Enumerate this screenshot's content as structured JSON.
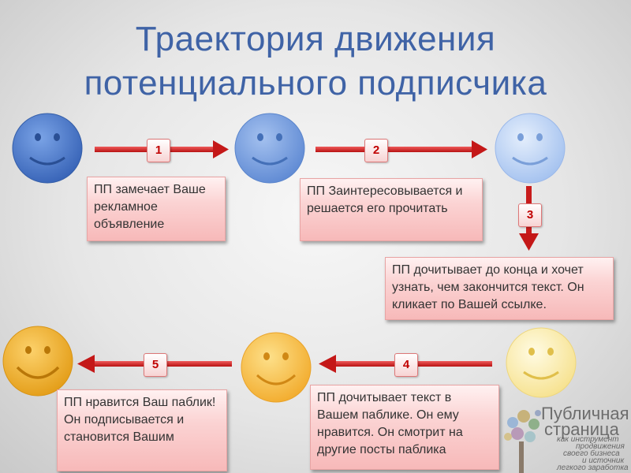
{
  "title": {
    "line1": "Траектория движения",
    "line2": "потенциального подписчика"
  },
  "steps": [
    {
      "number": "1",
      "text": "ПП замечает Ваше рекламное объявление"
    },
    {
      "number": "2",
      "text": "ПП Заинтересовывается и решается его прочитать"
    },
    {
      "number": "3",
      "text": "ПП дочитывает до конца и хочет узнать, чем закончится текст. Он кликает по Вашей ссылке."
    },
    {
      "number": "4",
      "text": "ПП дочитывает текст в Вашем паблике. Он ему нравится. Он смотрит на другие посты паблика"
    },
    {
      "number": "5",
      "text": "ПП нравится Ваш паблик! Он подписывается и становится Вашим"
    }
  ],
  "faces": [
    {
      "name": "face-1",
      "color": "#4a78c9"
    },
    {
      "name": "face-2",
      "color": "#6f98dc"
    },
    {
      "name": "face-3",
      "color": "#a9c6f2"
    },
    {
      "name": "face-4",
      "color": "#fbeaa6"
    },
    {
      "name": "face-5",
      "color": "#f6b838"
    },
    {
      "name": "face-6",
      "color": "#eaa61d"
    }
  ],
  "arrow_color": "#d21f1f",
  "logo": {
    "title_line1": "Публичная",
    "title_line2": "страница",
    "tagline1": "как инструмент",
    "tagline2": "продвижения",
    "tagline3": "своего бизнеса",
    "tagline4": "и источник",
    "tagline5": "легкого заработка"
  }
}
